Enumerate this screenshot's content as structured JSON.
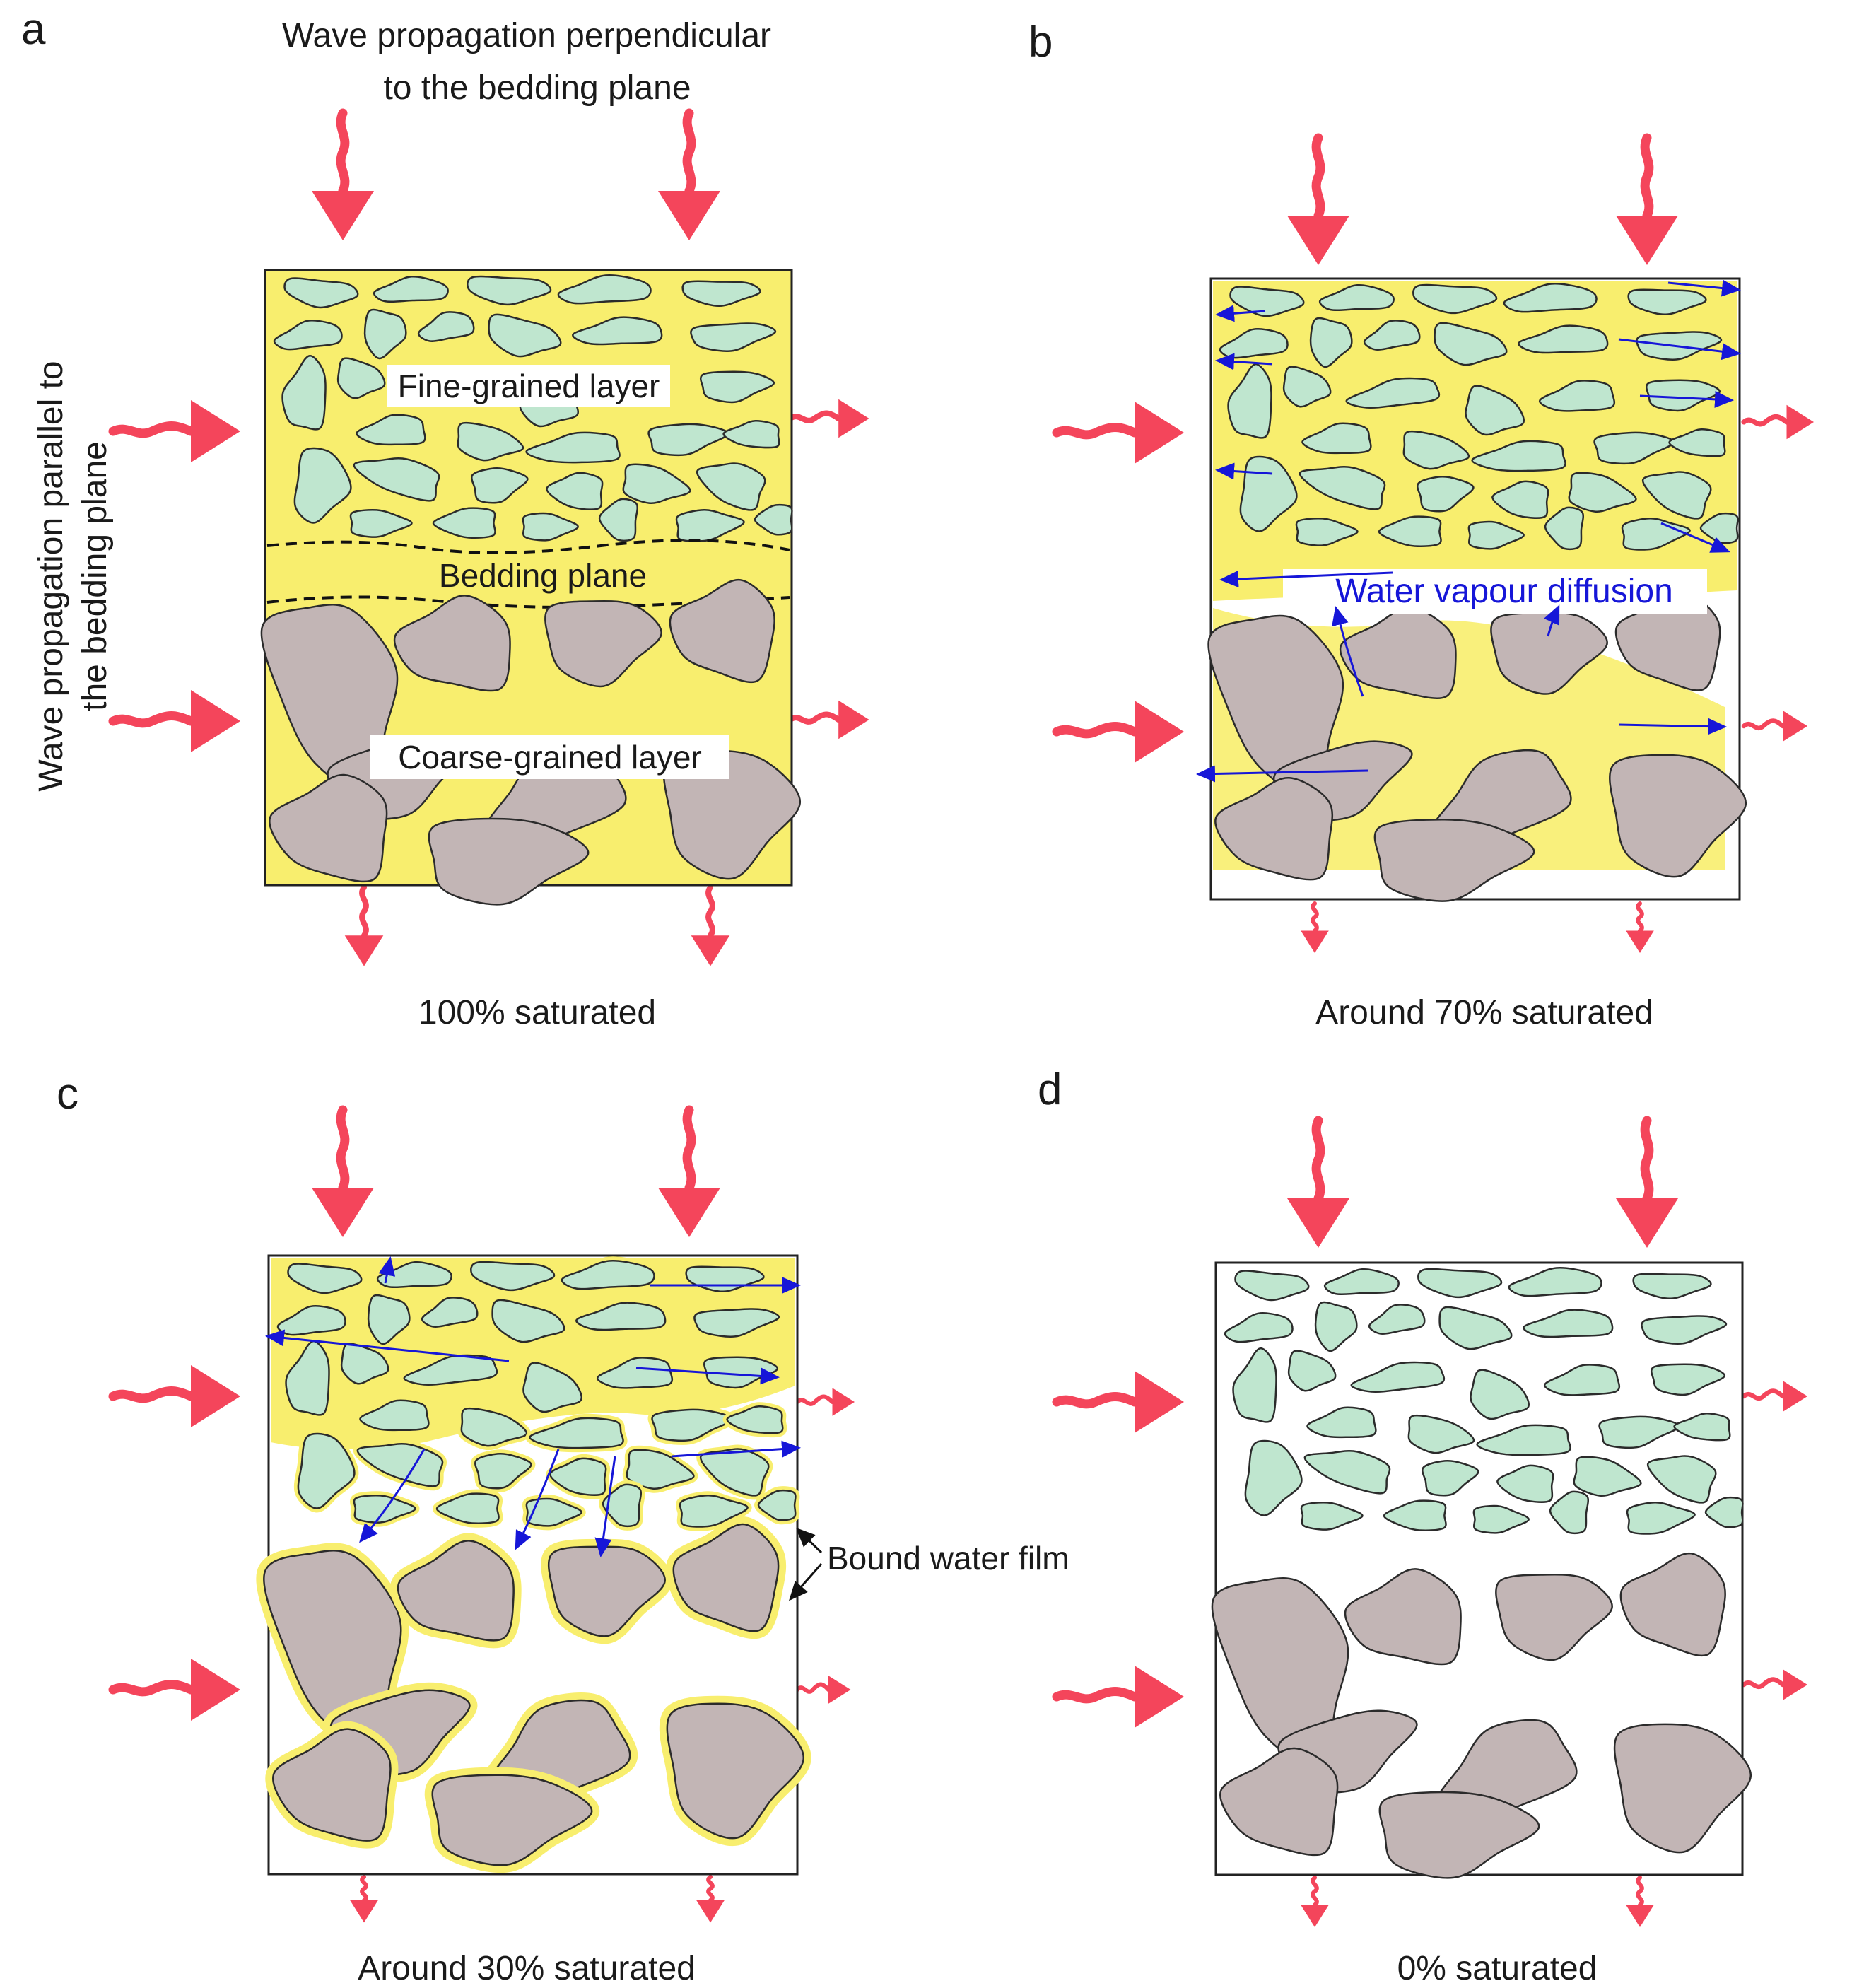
{
  "panels": {
    "a": {
      "letter": "a",
      "caption": "100% saturated",
      "top_label_line1": "Wave propagation perpendicular",
      "top_label_line2": "to the bedding plane",
      "side_label_line1": "Wave propagation parallel to",
      "side_label_line2": "the bedding plane",
      "fine_layer": "Fine-grained layer",
      "bedding_plane": "Bedding plane",
      "coarse_layer": "Coarse-grained layer"
    },
    "b": {
      "letter": "b",
      "caption": "Around 70% saturated",
      "diffusion": "Water vapour diffusion"
    },
    "c": {
      "letter": "c",
      "caption": "Around 30% saturated",
      "film": "Bound water film"
    },
    "d": {
      "letter": "d",
      "caption": "0% saturated"
    }
  },
  "colors": {
    "water": "#f8ee6e",
    "fine_grain": "#bfe6cf",
    "coarse_grain": "#c2b5b5",
    "wave_arrow": "#f4455b",
    "vapour_arrow": "#1616d8"
  },
  "icons": {
    "wave": "wavy-arrow-icon",
    "vapour": "diffusion-arrow-icon"
  }
}
